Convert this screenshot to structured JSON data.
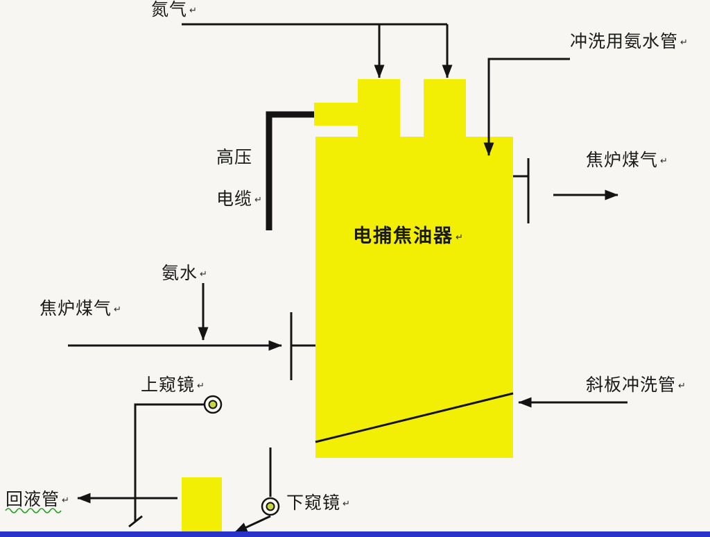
{
  "diagram": {
    "pilcrow": "↵",
    "vessel": {
      "label": "电捕焦油器"
    },
    "streams": {
      "nitrogen": "氮气",
      "flush_ammonia_pipe": "冲洗用氨水管",
      "hv_cable_top": "高压",
      "hv_cable_bottom": "电缆",
      "coke_oven_gas_out": "焦炉煤气",
      "ammonia_in": "氨水",
      "coke_oven_gas_in": "焦炉煤气",
      "upper_sight_glass": "上窥镜",
      "inclined_plate_flush_pipe": "斜板冲洗管",
      "liquid_return_pipe": "回液管",
      "lower_sight_glass": "下窥镜"
    },
    "colors": {
      "background": "#f7f6f2",
      "vessel_fill": "#f2ef05",
      "line": "#141414",
      "bottom_bar": "#2a33c9",
      "sight_glass_center": "#c8d83c",
      "spellcheck_squiggle": "#1fa01f"
    }
  }
}
